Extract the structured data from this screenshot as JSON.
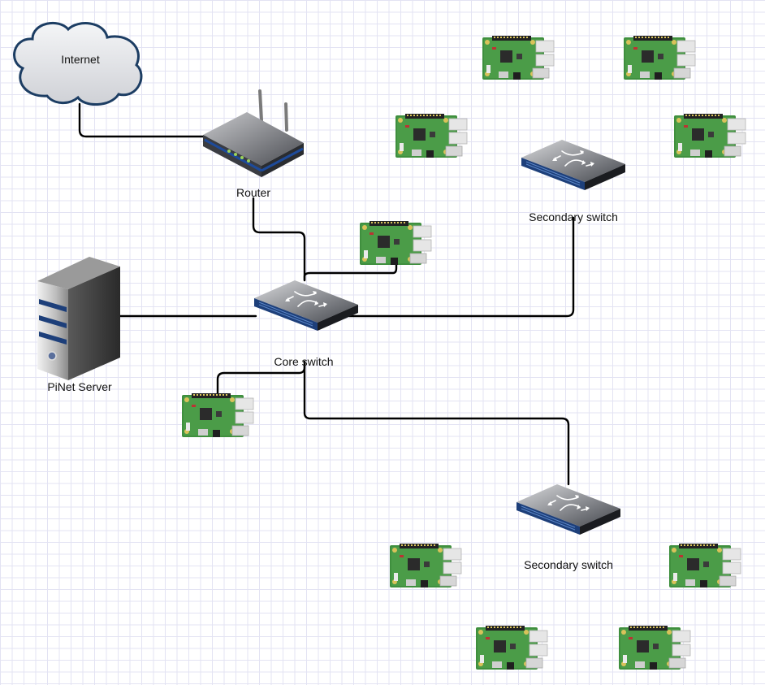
{
  "nodes": {
    "internet": {
      "label": "Internet",
      "icon": "cloud-icon"
    },
    "router": {
      "label": "Router",
      "icon": "router-icon"
    },
    "server": {
      "label": "PiNet Server",
      "icon": "server-icon"
    },
    "core_switch": {
      "label": "Core switch",
      "icon": "switch-icon"
    },
    "secondary_switch_top": {
      "label": "Secondary switch",
      "icon": "switch-icon"
    },
    "secondary_switch_bottom": {
      "label": "Secondary switch",
      "icon": "switch-icon"
    },
    "raspberry_pi_icon": "raspberry-pi-board-icon"
  },
  "colors": {
    "cloud_fill": "#e6e7ea",
    "cloud_stroke": "#1c3d63",
    "switch_blue": "#1d3f7a",
    "board_green": "#3f8f3e",
    "wire": "#000000"
  }
}
